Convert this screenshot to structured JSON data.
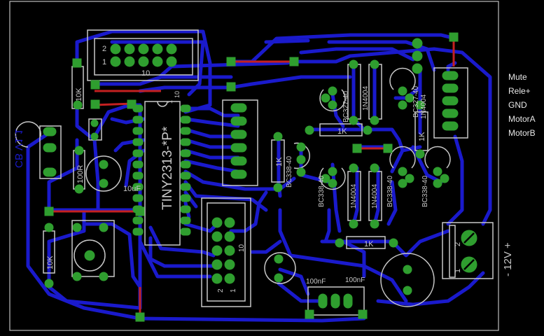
{
  "board": {
    "connector_labels": [
      "Mute",
      "Rele+",
      "GND",
      "MotorA",
      "MotorB"
    ],
    "power_label": "- 12V +",
    "mirror_label": "CB V1.1"
  },
  "parts": {
    "mcu": "TINY2313-*P*",
    "header_10": "10",
    "header_pin2": "2",
    "header_pin1": "1",
    "header2_10": "10",
    "header2_2": "2",
    "header2_1": "1",
    "r_10k_a": "10K",
    "r_10k_b": "10K",
    "r_100r": "100R",
    "cap_10uf": "10uF",
    "r_1k_left": "1K",
    "r_1k_mid": "1K",
    "r_1k_low": "1K",
    "r_1k_right": "1K",
    "q_bc338_1": "BC338-40",
    "q_bc338_2": "BC338-40",
    "q_bc338_3": "BC338-40",
    "q_bc338_4": "BC338-40",
    "q_bc327_1": "BC327-40",
    "q_bc327_2": "BC327-40",
    "d_1n4004_1": "1N4004",
    "d_1n4004_2": "1N4004",
    "d_1n4004_3": "1N4004",
    "d_1n4004_4": "1N4004",
    "cap_100nf_1": "100nF",
    "cap_100nf_2": "100nF",
    "term_2": "2",
    "term_1": "1",
    "ic_pin1": "1",
    "ic_pin10": "10"
  },
  "colors": {
    "background": "#000000",
    "trace": "#1a1acc",
    "pad": "#2f9e2f",
    "silk": "#c8c8c8",
    "jumper": "#c42020",
    "label_text": "#e8e8e8"
  }
}
